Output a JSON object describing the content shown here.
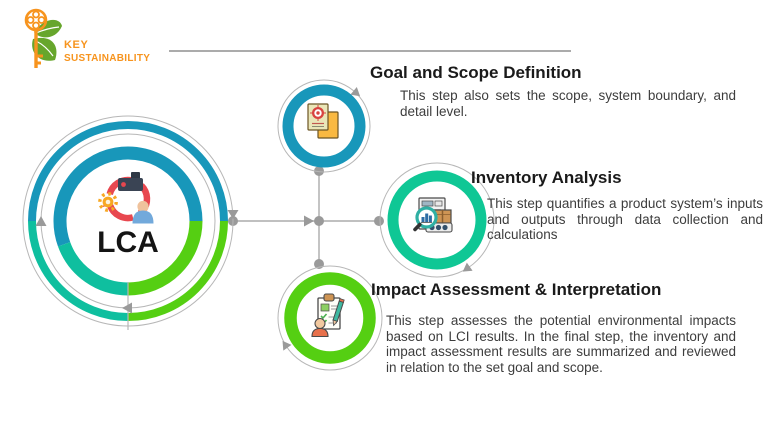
{
  "brand": {
    "name_line1": "KEY",
    "name_line2": "SUSTAINABILITY",
    "logo_icon": "key-leaf-icon",
    "orange": "#F7941E",
    "leaf_green": "#67A62C"
  },
  "hub": {
    "label": "LCA",
    "icon": "recycle-process-icon",
    "ring_colors": {
      "blue": "#1897BA",
      "teal": "#0FBF9F",
      "green": "#55CF12"
    }
  },
  "steps": [
    {
      "title": "Goal and Scope Definition",
      "description": "This step also sets the scope, system boundary, and detail level.",
      "icon": "documents-target-icon",
      "ring_color": "#1897BA"
    },
    {
      "title": "Inventory Analysis",
      "description": "This step quantifies a product system’s inputs and outputs through data collection and calculations",
      "icon": "magnifier-inventory-icon",
      "ring_color": "#0FC795"
    },
    {
      "title": "Impact Assessment & Interpretation",
      "description": "This step assesses the potential environmental impacts based on LCI results. In the final step, the inventory and impact assessment results are summarized and reviewed in relation to the set goal and scope.",
      "icon": "clipboard-review-icon",
      "ring_color": "#55CF12"
    }
  ],
  "colors": {
    "connector_gray": "#ABABAB",
    "marker_gray": "#9A9A9A",
    "text_dark": "#1A1A1A",
    "text_body": "#3D3D3D",
    "recycle_red": "#E8474F",
    "gear_orange": "#F7A823"
  }
}
